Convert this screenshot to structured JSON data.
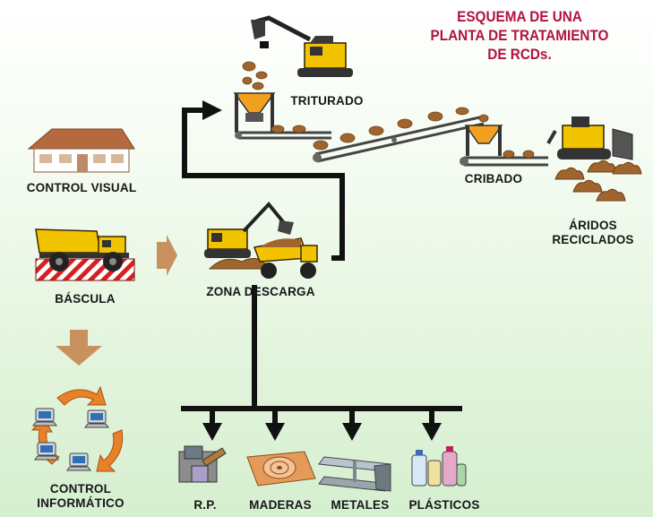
{
  "title": {
    "line1": "ESQUEMA DE UNA",
    "line2": "PLANTA DE TRATAMIENTO",
    "line3": "DE RCDs."
  },
  "labels": {
    "control_visual": "CONTROL VISUAL",
    "bascula": "BÁSCULA",
    "zona_descarga": "ZONA DESCARGA",
    "triturado": "TRITURADO",
    "cribado": "CRIBADO",
    "aridos_line1": "ÁRIDOS",
    "aridos_line2": "RECICLADOS",
    "control_informatico_line1": "CONTROL",
    "control_informatico_line2": "INFORMÁTICO",
    "rp": "R.P.",
    "maderas": "MADERAS",
    "metales": "METALES",
    "plasticos": "PLÁSTICOS"
  },
  "colors": {
    "title": "#b0123f",
    "arrow_flow": "#111111",
    "arrow_process": "#c8915e",
    "machine_yellow": "#f2c400",
    "material_brown": "#a0652e",
    "recycle_orange": "#e8822a"
  },
  "icons": {
    "house": "house-icon",
    "scale_truck": "dump-truck-icon",
    "excavator": "excavator-icon",
    "crusher": "hopper-icon",
    "bulldozer": "bulldozer-icon",
    "computers": "computer-icon",
    "recycle": "recycle-arrows-icon"
  }
}
